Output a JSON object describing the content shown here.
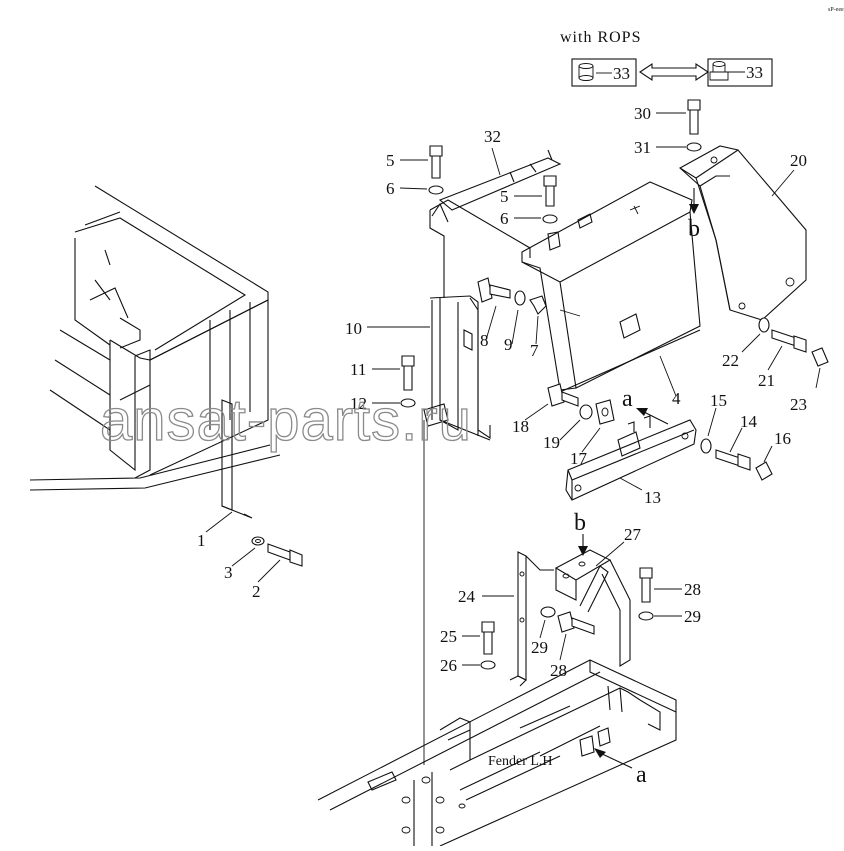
{
  "header": {
    "note": "with ROPS",
    "corner_mark": "sP-eee"
  },
  "rops_boxes": [
    {
      "label": "33"
    },
    {
      "label": "33"
    }
  ],
  "parts": [
    {
      "id": "p1",
      "label": "1"
    },
    {
      "id": "p2",
      "label": "2"
    },
    {
      "id": "p3",
      "label": "3"
    },
    {
      "id": "p4",
      "label": "4"
    },
    {
      "id": "p5a",
      "label": "5"
    },
    {
      "id": "p5b",
      "label": "5"
    },
    {
      "id": "p6a",
      "label": "6"
    },
    {
      "id": "p6b",
      "label": "6"
    },
    {
      "id": "p7",
      "label": "7"
    },
    {
      "id": "p8",
      "label": "8"
    },
    {
      "id": "p9",
      "label": "9"
    },
    {
      "id": "p10",
      "label": "10"
    },
    {
      "id": "p11",
      "label": "11"
    },
    {
      "id": "p12",
      "label": "12"
    },
    {
      "id": "p13",
      "label": "13"
    },
    {
      "id": "p14",
      "label": "14"
    },
    {
      "id": "p15",
      "label": "15"
    },
    {
      "id": "p16",
      "label": "16"
    },
    {
      "id": "p17",
      "label": "17"
    },
    {
      "id": "p18",
      "label": "18"
    },
    {
      "id": "p19",
      "label": "19"
    },
    {
      "id": "p20",
      "label": "20"
    },
    {
      "id": "p21",
      "label": "21"
    },
    {
      "id": "p22",
      "label": "22"
    },
    {
      "id": "p23",
      "label": "23"
    },
    {
      "id": "p24",
      "label": "24"
    },
    {
      "id": "p25",
      "label": "25"
    },
    {
      "id": "p26",
      "label": "26"
    },
    {
      "id": "p27",
      "label": "27"
    },
    {
      "id": "p28a",
      "label": "28"
    },
    {
      "id": "p28b",
      "label": "28"
    },
    {
      "id": "p29a",
      "label": "29"
    },
    {
      "id": "p29b",
      "label": "29"
    },
    {
      "id": "p30",
      "label": "30"
    },
    {
      "id": "p31",
      "label": "31"
    },
    {
      "id": "p32",
      "label": "32"
    }
  ],
  "view_marks": [
    {
      "id": "a-top",
      "label": "a"
    },
    {
      "id": "a-bottom",
      "label": "a"
    },
    {
      "id": "b-top",
      "label": "b"
    },
    {
      "id": "b-bottom",
      "label": "b"
    }
  ],
  "annotation": {
    "fender": "Fender L.H"
  },
  "watermark": "ansat-parts.ru"
}
